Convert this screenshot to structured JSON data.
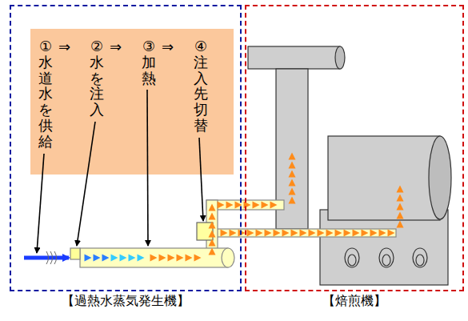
{
  "diagram": {
    "nodes": [
      {
        "text": [
          "【過熱水蒸気発生機】"
        ]
      },
      {
        "text": [
          "①水道水を供給",
          "②水を注入",
          "③加熱",
          "④注入先切替"
        ],
        "in": 0
      },
      {
        "text": [
          "【焙煎機】"
        ]
      }
    ],
    "labels": [
      "⇒",
      "⇒",
      "⇒"
    ]
  }
}
